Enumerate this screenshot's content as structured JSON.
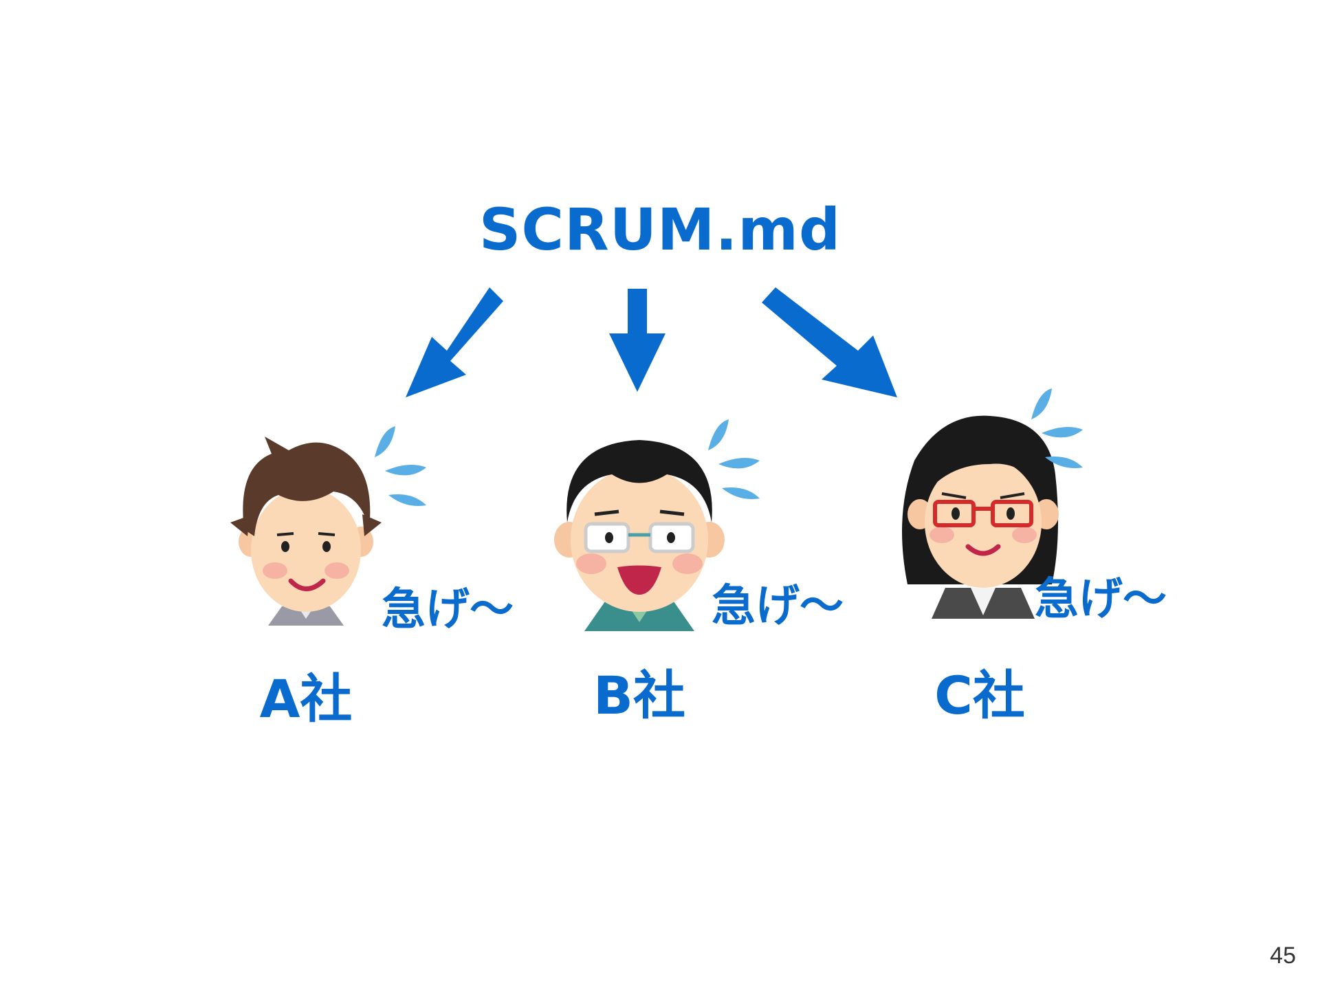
{
  "slide": {
    "title": "SCRUM.md",
    "page_number": "45",
    "accent_color": "#0a6bcf",
    "sweat_color": "#5aaee6"
  },
  "companies": [
    {
      "label": "A社",
      "exclamation": "急げ～",
      "icon": "man-brown-hair-icon"
    },
    {
      "label": "B社",
      "exclamation": "急げ～",
      "icon": "man-glasses-icon"
    },
    {
      "label": "C社",
      "exclamation": "急げ～",
      "icon": "woman-red-glasses-icon"
    }
  ]
}
